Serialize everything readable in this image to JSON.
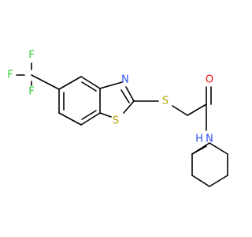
{
  "molecule": {
    "atoms": {
      "F1": "F",
      "F2": "F",
      "F3": "F",
      "N_thiazole": "N",
      "S_thiazole": "S",
      "S_thioether": "S",
      "O_carbonyl": "O",
      "N_amide": "N",
      "H_amide": "H"
    }
  },
  "colors": {
    "fluorine": "#33cc33",
    "nitrogen": "#3050f8",
    "sulfur": "#b2a000",
    "oxygen": "#ff0d0d",
    "bond": "#000000"
  }
}
